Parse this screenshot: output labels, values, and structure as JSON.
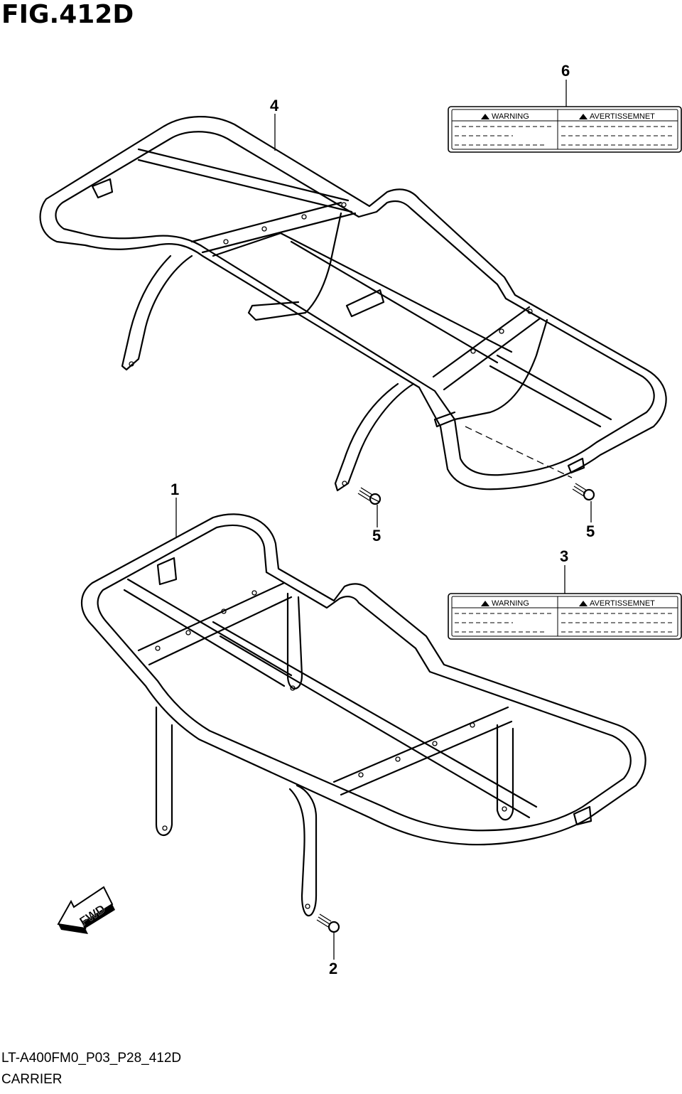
{
  "figure_title": "FIG.412D",
  "callouts": {
    "c1": "1",
    "c2": "2",
    "c3": "3",
    "c4": "4",
    "c5a": "5",
    "c5b": "5",
    "c6": "6"
  },
  "labels": {
    "label6": {
      "left_text": "WARNING",
      "right_text": "AVERTISSEMNET"
    },
    "label3": {
      "left_text": "WARNING",
      "right_text": "AVERTISSEMNET"
    }
  },
  "fwd_arrow": "FWD",
  "footer": {
    "code": "LT-A400FM0_P03_P28_412D",
    "name": "CARRIER"
  }
}
